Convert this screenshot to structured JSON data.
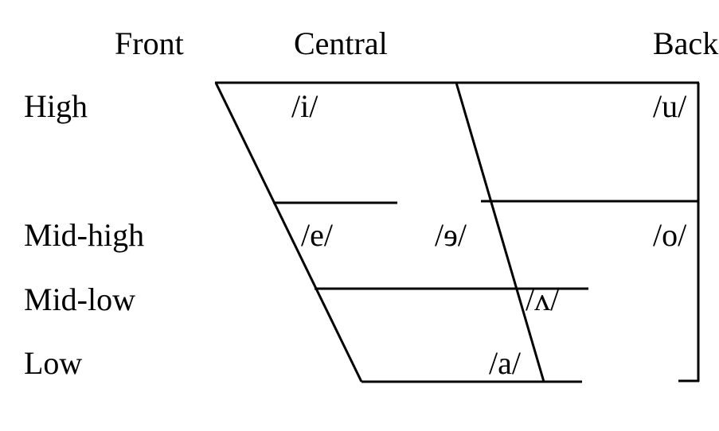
{
  "columns": {
    "front": "Front",
    "central": "Central",
    "back": "Back"
  },
  "rows": {
    "high": "High",
    "mid_high": "Mid-high",
    "mid_low": "Mid-low",
    "low": "Low"
  },
  "vowels": {
    "i": "/i/",
    "u": "/u/",
    "e": "/e/",
    "schwa": "/ɘ/",
    "o": "/o/",
    "wedge": "/ʌ/",
    "a": "/a/"
  }
}
